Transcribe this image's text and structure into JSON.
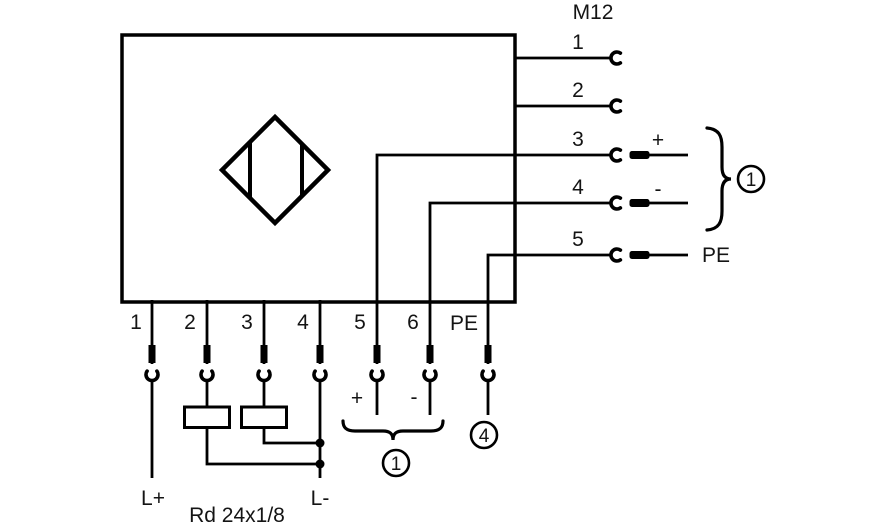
{
  "m12": {
    "label": "M12",
    "pins": [
      "1",
      "2",
      "3",
      "4",
      "5"
    ],
    "pin3_tag": "+",
    "pin4_tag": "-",
    "pin5_tag": "PE",
    "group_note": "1"
  },
  "terminals": {
    "labels": [
      "1",
      "2",
      "3",
      "4",
      "5",
      "6",
      "PE"
    ],
    "pin5_tag": "+",
    "pin6_tag": "-",
    "supply_positive": "L+",
    "supply_negative": "L-",
    "thread_label": "Rd 24x1/8",
    "group_note": "1",
    "pe_note": "4"
  },
  "icons": {
    "sensor_symbol": "flow-sensor-diamond-icon",
    "socket_contact": "socket-contact-icon",
    "ferrule": "wire-ferrule-icon"
  },
  "colors": {
    "background": "#ffffff",
    "device_fill": "#e4e4e4",
    "line": "#000000"
  }
}
